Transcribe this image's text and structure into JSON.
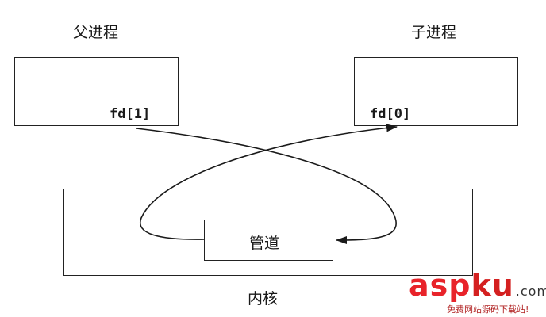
{
  "diagram": {
    "parent_label": "父进程",
    "child_label": "子进程",
    "parent_fd": "fd[1]",
    "child_fd": "fd[0]",
    "pipe_label": "管道",
    "kernel_label": "内核"
  },
  "watermark": {
    "brand_prefix": "asp",
    "brand_ku": "ku",
    "brand_suffix": ".com",
    "tagline": "免费网站源码下载站!"
  },
  "colors": {
    "line": "#1a1a1a",
    "watermark_red": "#e8232a"
  }
}
